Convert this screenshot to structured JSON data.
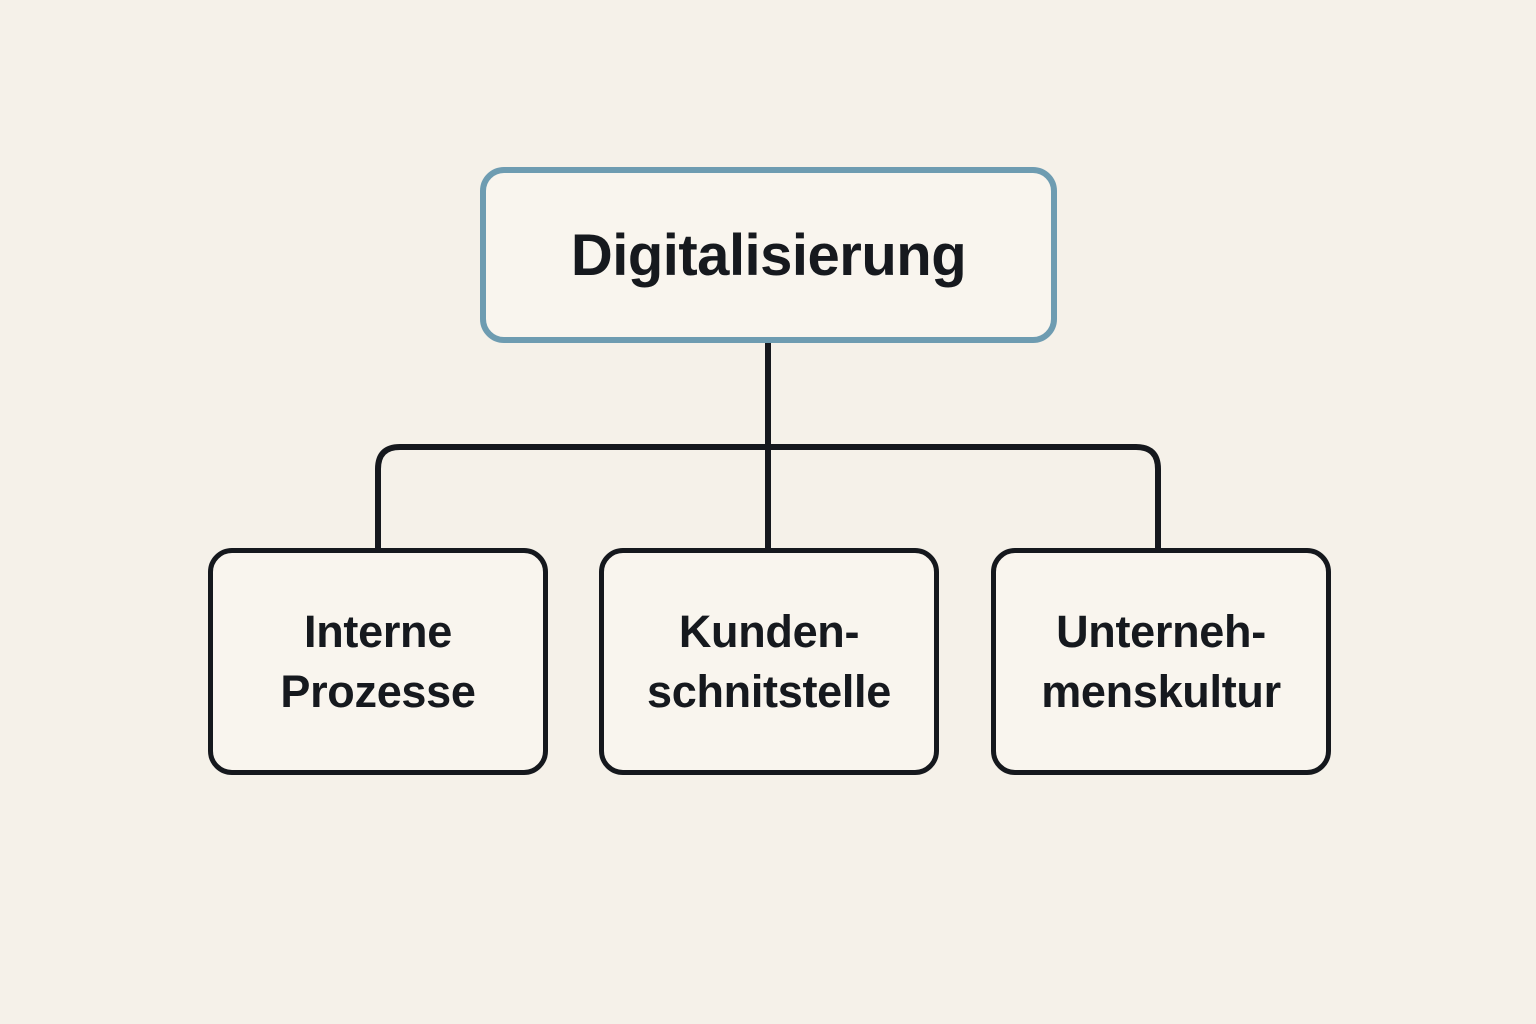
{
  "diagram": {
    "title": "Digitalisierung hierarchy diagram",
    "root": {
      "label": "Digitalisierung"
    },
    "children": [
      {
        "label": "Interne Prozesse",
        "line1": "Interne",
        "line2": "Prozesse"
      },
      {
        "label": "Kunden-schnitstelle",
        "line1": "Kunden-",
        "line2": "schnitstelle"
      },
      {
        "label": "Unterneh-menskultur",
        "line1": "Unterneh-",
        "line2": "menskultur"
      }
    ],
    "colors": {
      "background": "#f5f1e9",
      "box_fill": "#f9f5ee",
      "root_border": "#6e9cb1",
      "child_border": "#15181d",
      "connector": "#15181d",
      "text": "#16191e"
    }
  }
}
